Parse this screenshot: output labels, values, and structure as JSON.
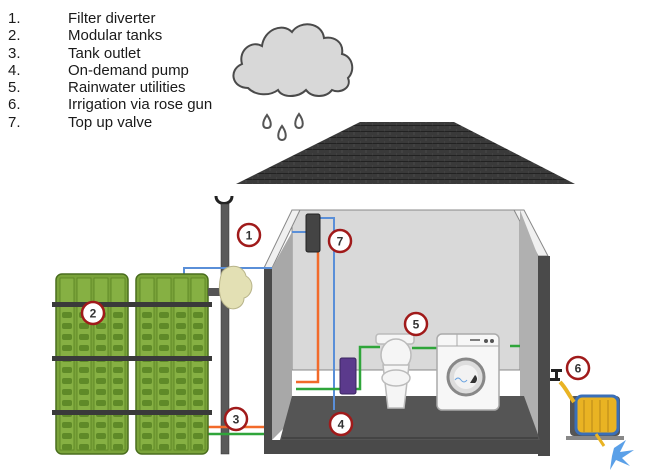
{
  "legend": {
    "items": [
      {
        "number": "1.",
        "label": "Filter diverter"
      },
      {
        "number": "2.",
        "label": "Modular tanks"
      },
      {
        "number": "3.",
        "label": "Tank outlet"
      },
      {
        "number": "4.",
        "label": "On-demand pump"
      },
      {
        "number": "5.",
        "label": "Rainwater utilities"
      },
      {
        "number": "6.",
        "label": "Irrigation via rose gun"
      },
      {
        "number": "7.",
        "label": "Top up valve"
      }
    ]
  },
  "callouts": {
    "c1": "1",
    "c2": "2",
    "c3": "3",
    "c4": "4",
    "c5": "5",
    "c6": "6",
    "c7": "7"
  },
  "colors": {
    "tank_green": "#7aa33a",
    "mains_pipe_blue": "#5a8fd8",
    "hot_pipe_orange": "#f26a2a",
    "rainwater_pipe_green": "#2fa53a",
    "pump_purple": "#5b3a8c",
    "callout_red": "#a01a1a",
    "roof_dark": "#3a3a3a",
    "cloud_gray": "#d8d8d8"
  }
}
